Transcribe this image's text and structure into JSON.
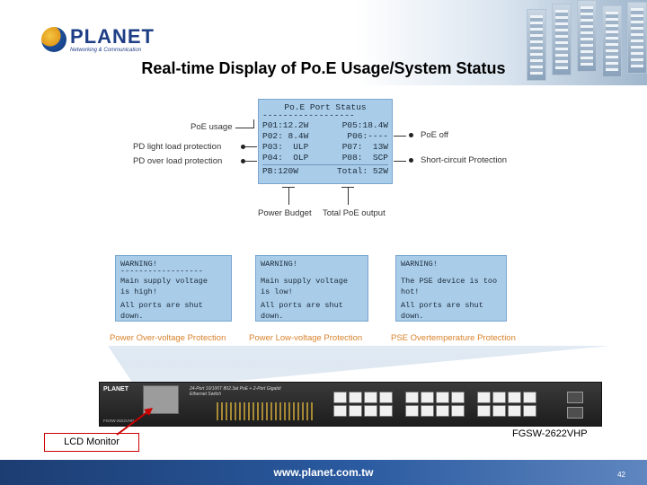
{
  "header": {
    "logo_word": "PLANET",
    "logo_tagline": "Networking & Communication",
    "title": "Real-time Display of Po.E Usage/System Status"
  },
  "lcd_main": {
    "title": "Po.E Port Status",
    "separator": "------------------",
    "rows": [
      {
        "left": "P01:12.2W",
        "right": "P05:18.4W"
      },
      {
        "left": "P02: 8.4W",
        "right": "P06:----"
      },
      {
        "left": "P03:  ULP",
        "right": "P07:  13W"
      },
      {
        "left": "P04:  OLP",
        "right": "P08:  SCP"
      }
    ],
    "footer_left": "PB:120W",
    "footer_right": "Total: 52W"
  },
  "callouts": {
    "poe_usage": "PoE usage",
    "light_load": "PD light load protection",
    "over_load": "PD over load protection",
    "poe_off": "PoE off",
    "short_circuit": "Short-circuit Protection",
    "power_budget": "Power Budget",
    "total_output": "Total PoE output"
  },
  "warnings": [
    {
      "heading": "WARNING!",
      "separator": "------------------",
      "lines": [
        "Main supply voltage",
        "is high!",
        "",
        "All ports are shut",
        "down."
      ],
      "caption": "Power Over-voltage Protection"
    },
    {
      "heading": "WARNING!",
      "separator": "",
      "lines": [
        "Main supply voltage",
        "is low!",
        "",
        "All ports are shut",
        "down."
      ],
      "caption": "Power Low-voltage Protection"
    },
    {
      "heading": "WARNING!",
      "separator": "",
      "lines": [
        "The PSE device is too",
        "hot!",
        "",
        "All ports are shut",
        "down."
      ],
      "caption": "PSE Overtemperature Protection"
    }
  ],
  "switch": {
    "brand": "PLANET",
    "description_line1": "24-Port 10/100T 802.3at PoE + 2-Port Gigabit",
    "description_line2": "Ethernet Switch",
    "model_small": "FGSW-2622VHP"
  },
  "labels": {
    "lcd_monitor": "LCD Monitor",
    "model": "FGSW-2622VHP"
  },
  "footer": {
    "url": "www.planet.com.tw",
    "page_number": "42"
  },
  "colors": {
    "lcd_background": "#a9cce8",
    "caption_orange": "#d9822b",
    "footer_blue": "#1c3d72",
    "brand_blue": "#1e3f86",
    "pointer_red": "#cc0000"
  }
}
